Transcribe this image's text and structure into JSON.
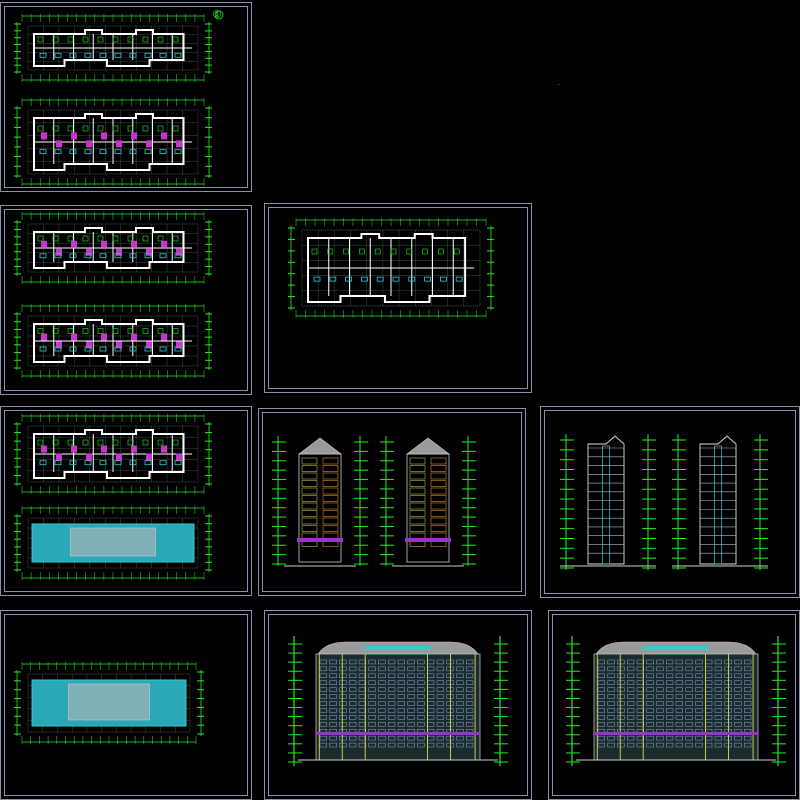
{
  "drawing_marker": "①",
  "colors": {
    "background": "#000000",
    "frame": "#8a8fb0",
    "dimension": "#22ee22",
    "wall": "#ffffff",
    "fixture": "#cc33cc",
    "hatch": "#33cccc",
    "roof": "#9a9a9a",
    "band": "#9933cc",
    "mullion": "#dddd55"
  },
  "sheets": [
    {
      "name": "sheet-floor-plans-1",
      "content": [
        "floor-plan-white",
        "floor-plan-furnished"
      ]
    },
    {
      "name": "sheet-floor-plans-2",
      "content": [
        "floor-plan-furnished",
        "floor-plan-furnished"
      ]
    },
    {
      "name": "sheet-roof-plan",
      "content": [
        "floor-plan-white"
      ]
    },
    {
      "name": "sheet-floor-plans-3",
      "content": [
        "floor-plan-furnished",
        "floor-plan-cyan"
      ]
    },
    {
      "name": "sheet-side-elevations",
      "content": [
        "tower-elevation",
        "tower-elevation"
      ]
    },
    {
      "name": "sheet-sections",
      "content": [
        "section",
        "section"
      ]
    },
    {
      "name": "sheet-foundation-plan",
      "content": [
        "floor-plan-cyan"
      ]
    },
    {
      "name": "sheet-front-elevation",
      "content": [
        "facade-elevation"
      ]
    },
    {
      "name": "sheet-rear-elevation",
      "content": [
        "facade-elevation"
      ]
    }
  ]
}
